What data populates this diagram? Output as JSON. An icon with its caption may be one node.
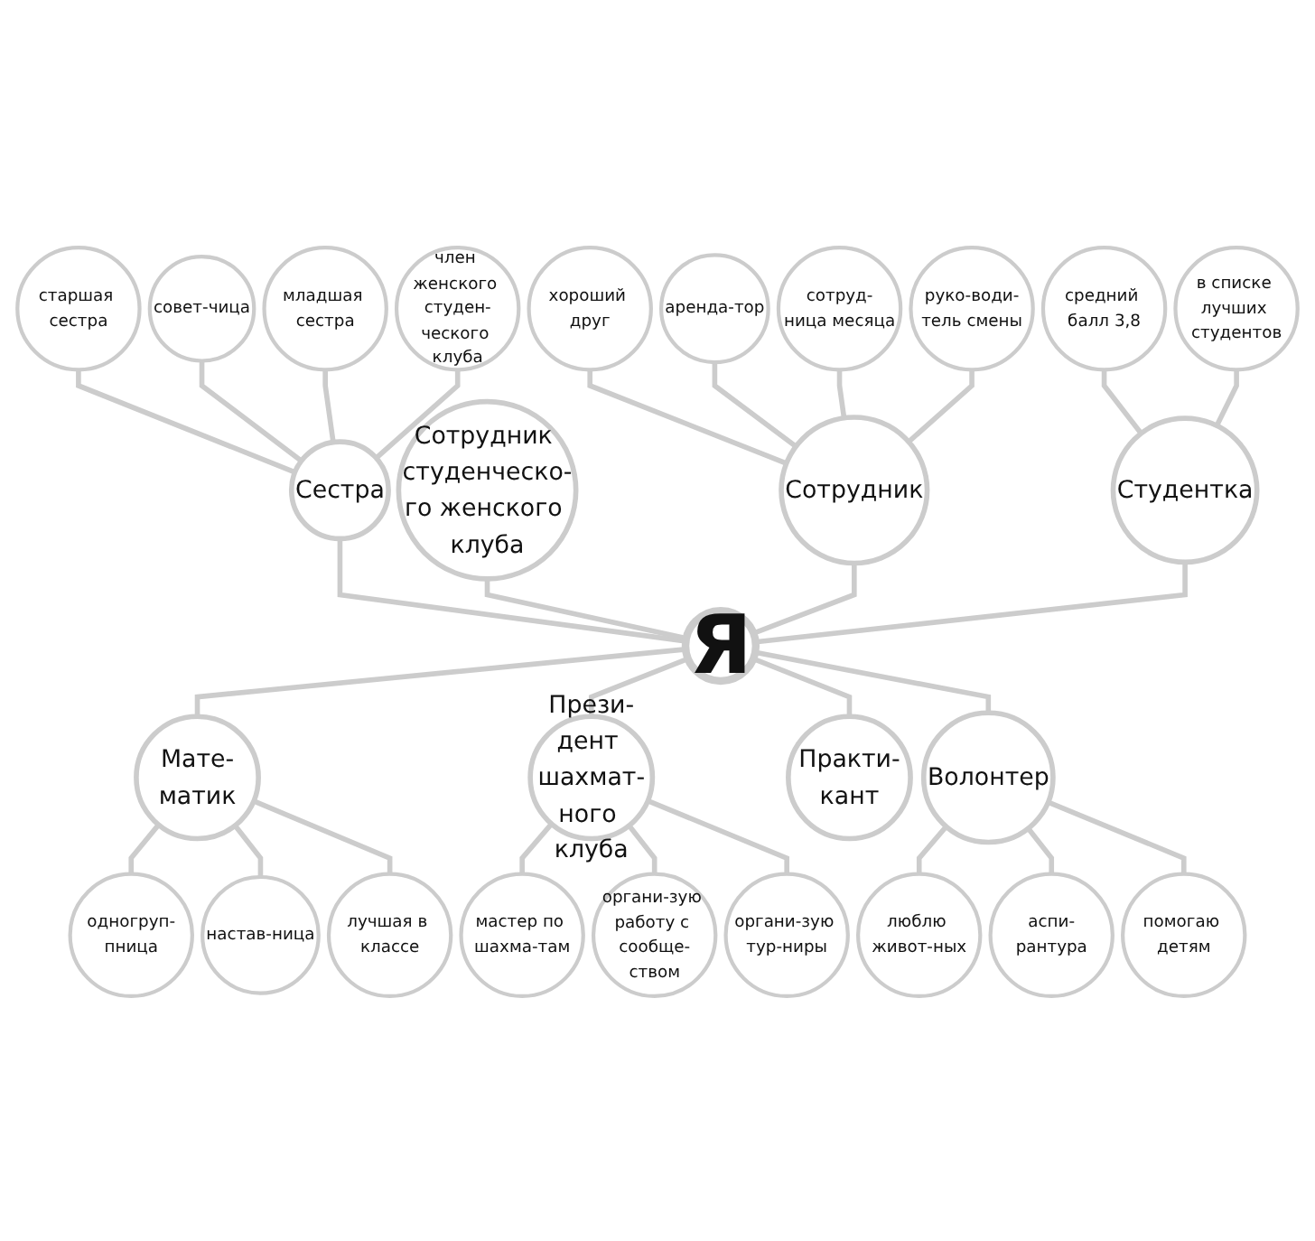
{
  "diagram": {
    "nodes": [
      {
        "text": [
          "Я"
        ]
      },
      {
        "text": [
          "Сестра"
        ]
      },
      {
        "text": [
          "старшая сестра"
        ]
      },
      {
        "text": [
          "совет-чица"
        ]
      },
      {
        "text": [
          "младшая сестра"
        ]
      },
      {
        "text": [
          "член женского студен-ческого клуба"
        ]
      },
      {
        "text": [
          "Сотрудник студенческо-го женского клуба"
        ]
      },
      {
        "text": [
          "Сотрудник"
        ]
      },
      {
        "text": [
          "хороший друг"
        ]
      },
      {
        "text": [
          "аренда-тор"
        ]
      },
      {
        "text": [
          "сотруд-ница месяца"
        ]
      },
      {
        "text": [
          "руко-води-тель смены"
        ]
      },
      {
        "text": [
          "Студентка"
        ]
      },
      {
        "text": [
          "средний балл 3,8"
        ]
      },
      {
        "text": [
          "в списке лучших студентов"
        ]
      },
      {
        "text": [
          "Мате-матик"
        ]
      },
      {
        "text": [
          "одногруп-пница"
        ]
      },
      {
        "text": [
          "настав-ница"
        ]
      },
      {
        "text": [
          "лучшая в классе"
        ]
      },
      {
        "text": [
          "Прези-дент шахмат-ного клуба"
        ]
      },
      {
        "text": [
          "мастер по шахма-там"
        ]
      },
      {
        "text": [
          "органи-зую работу с сообще-ством"
        ]
      },
      {
        "text": [
          "органи-зую тур-ниры"
        ]
      },
      {
        "text": [
          "Практи-кант"
        ]
      },
      {
        "text": [
          "Волонтер"
        ]
      },
      {
        "text": [
          "люблю живот-ных"
        ]
      },
      {
        "text": [
          "аспи-рантура"
        ]
      },
      {
        "text": [
          "помогаю детям"
        ]
      }
    ],
    "edges": [
      {
        "from": 2,
        "to": 1,
        "arrow": "none"
      },
      {
        "from": 3,
        "to": 1,
        "arrow": "none"
      },
      {
        "from": 4,
        "to": 1,
        "arrow": "none"
      },
      {
        "from": 5,
        "to": 1,
        "arrow": "none"
      },
      {
        "from": 1,
        "to": 0,
        "arrow": "none"
      },
      {
        "from": 6,
        "to": 0,
        "arrow": "none"
      },
      {
        "from": 8,
        "to": 7,
        "arrow": "none"
      },
      {
        "from": 9,
        "to": 7,
        "arrow": "none"
      },
      {
        "from": 10,
        "to": 7,
        "arrow": "none"
      },
      {
        "from": 11,
        "to": 7,
        "arrow": "none"
      },
      {
        "from": 7,
        "to": 0,
        "arrow": "none"
      },
      {
        "from": 13,
        "to": 12,
        "arrow": "none"
      },
      {
        "from": 14,
        "to": 12,
        "arrow": "none"
      },
      {
        "from": 12,
        "to": 0,
        "arrow": "none"
      },
      {
        "from": 0,
        "to": 15,
        "arrow": "none"
      },
      {
        "from": 15,
        "to": 16,
        "arrow": "none"
      },
      {
        "from": 15,
        "to": 17,
        "arrow": "none"
      },
      {
        "from": 15,
        "to": 18,
        "arrow": "none"
      },
      {
        "from": 0,
        "to": 19,
        "arrow": "none"
      },
      {
        "from": 19,
        "to": 20,
        "arrow": "none"
      },
      {
        "from": 19,
        "to": 21,
        "arrow": "none"
      },
      {
        "from": 19,
        "to": 22,
        "arrow": "none"
      },
      {
        "from": 0,
        "to": 23,
        "arrow": "none"
      },
      {
        "from": 0,
        "to": 24,
        "arrow": "none"
      },
      {
        "from": 24,
        "to": 25,
        "arrow": "none"
      },
      {
        "from": 24,
        "to": 26,
        "arrow": "none"
      },
      {
        "from": 24,
        "to": 27,
        "arrow": "none"
      }
    ]
  }
}
